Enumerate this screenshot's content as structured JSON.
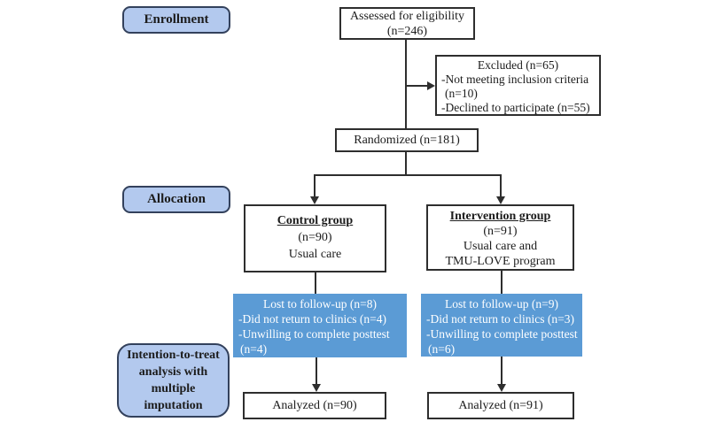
{
  "palette": {
    "background": "#ffffff",
    "stage_label_fill": "#b3c9ee",
    "stage_label_border": "#33415c",
    "box_border": "#2e2e2e",
    "lost_box_fill": "#5b9bd5",
    "lost_box_text": "#ffffff",
    "text": "#1c1c1c"
  },
  "stage_labels": {
    "enrollment": "Enrollment",
    "allocation": "Allocation",
    "analysis": "Intention-to-treat analysis with multiple imputation"
  },
  "boxes": {
    "assessed": {
      "line1": "Assessed for eligibility",
      "line2": "(n=246)"
    },
    "excluded": {
      "title": "Excluded (n=65)",
      "item1": "-Not meeting inclusion criteria",
      "item1b": "(n=10)",
      "item2": "-Declined to participate (n=55)"
    },
    "randomized": {
      "label": "Randomized (n=181)"
    },
    "control": {
      "title": "Control group",
      "n": "(n=90)",
      "desc": "Usual care"
    },
    "intervention": {
      "title": "Intervention group",
      "n": "(n=91)",
      "desc1": "Usual care and",
      "desc2": "TMU-LOVE program"
    },
    "lost_control": {
      "title": "Lost to follow-up (n=8)",
      "item1": "-Did not return to clinics (n=4)",
      "item2": "-Unwilling to complete posttest",
      "item2b": "(n=4)"
    },
    "lost_intervention": {
      "title": "Lost to follow-up (n=9)",
      "item1": "-Did not return to clinics (n=3)",
      "item2": "-Unwilling to complete posttest",
      "item2b": "(n=6)"
    },
    "analyzed_control": {
      "label": "Analyzed (n=90)"
    },
    "analyzed_intervention": {
      "label": "Analyzed (n=91)"
    }
  }
}
